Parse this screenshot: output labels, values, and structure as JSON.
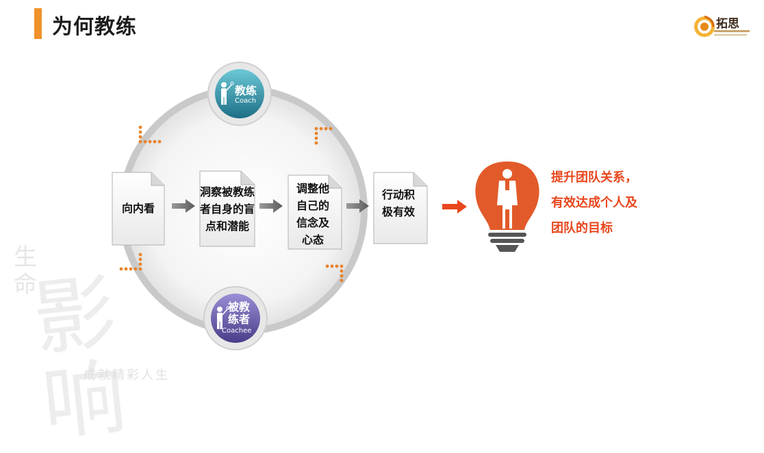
{
  "header": {
    "title": "为何教练"
  },
  "logo": {
    "name": "拓思"
  },
  "diagram": {
    "coach": {
      "label": "教练",
      "sub": "Coach"
    },
    "coachee": {
      "label_line1": "被教",
      "label_line2": "练者",
      "sub": "Coachee"
    },
    "steps": [
      {
        "lines": [
          "向内看"
        ]
      },
      {
        "lines": [
          "洞察被教练",
          "者自身的盲",
          "点和潜能"
        ]
      },
      {
        "lines": [
          "调整他",
          "自己的",
          "信念及",
          "心态"
        ]
      },
      {
        "lines": [
          "行动积",
          "极有效"
        ]
      }
    ],
    "result": {
      "lines": [
        "提升团队关系，",
        "有效达成个人及",
        "团队的目标"
      ]
    }
  },
  "watermark": {
    "word1": "生命",
    "word2": "影响",
    "slogan": "成就精彩人生"
  },
  "colors": {
    "accent_orange": "#f0922b",
    "result_red": "#e8461c",
    "bulb_orange": "#e25a2a",
    "coach_badge": "#2a8fa3",
    "coachee_badge": "#6a5aa8"
  }
}
